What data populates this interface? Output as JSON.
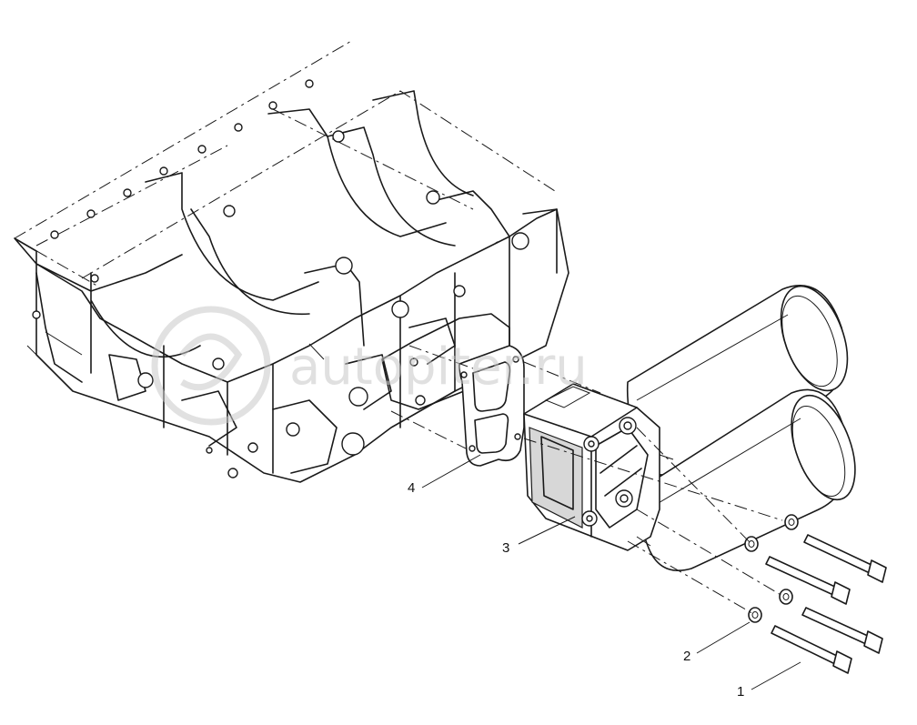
{
  "diagram": {
    "watermark": "autopiter.ru",
    "callouts": [
      {
        "label": "1",
        "part": "bolt"
      },
      {
        "label": "2",
        "part": "washer"
      },
      {
        "label": "3",
        "part": "oil filter housing"
      },
      {
        "label": "4",
        "part": "gasket"
      }
    ]
  }
}
